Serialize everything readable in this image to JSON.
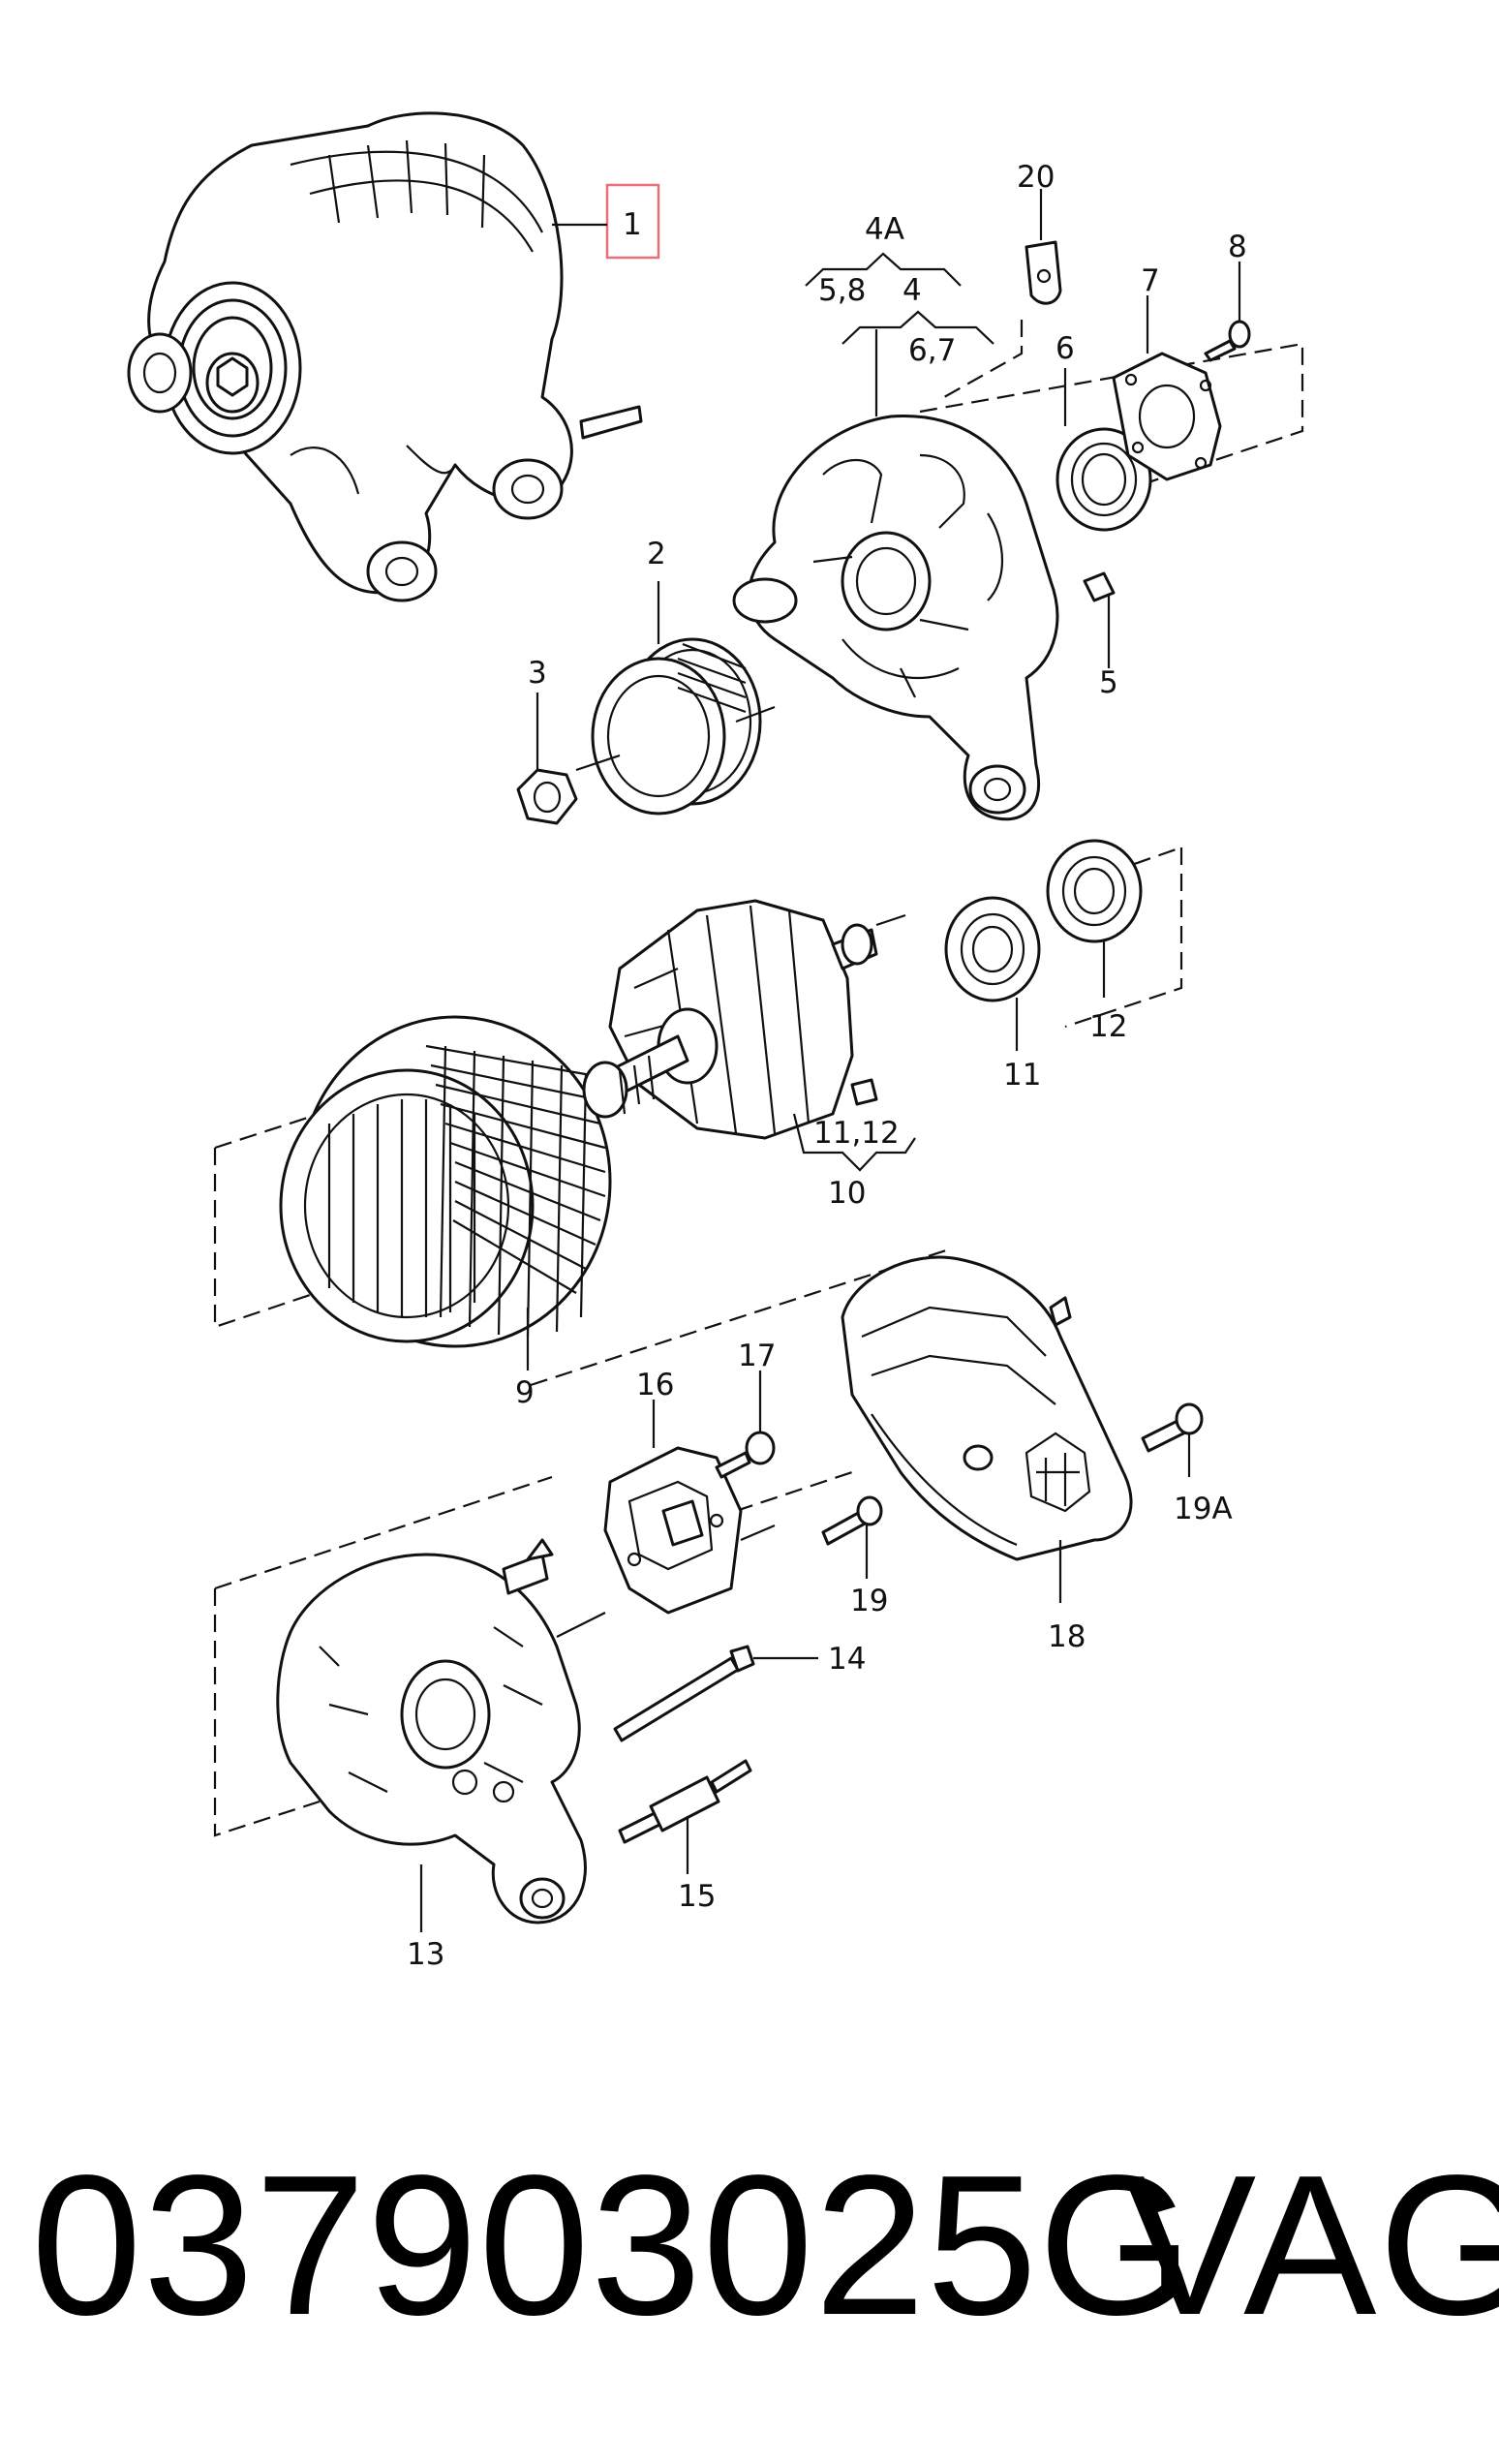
{
  "callouts": {
    "c1": "1",
    "c2": "2",
    "c3": "3",
    "c4": "4",
    "c4a": "4A",
    "c58": "5,8",
    "c67": "6,7",
    "c5": "5",
    "c6": "6",
    "c7": "7",
    "c8": "8",
    "c9": "9",
    "c10": "10",
    "c1112": "11,12",
    "c11": "11",
    "c12": "12",
    "c13": "13",
    "c14": "14",
    "c15": "15",
    "c16": "16",
    "c17": "17",
    "c18": "18",
    "c19": "19",
    "c19a": "19A",
    "c20": "20"
  },
  "colors": {
    "highlight_box": "#e8707a",
    "line": "#111111"
  },
  "footer": {
    "part_number": "037903025G",
    "brand": "VAG"
  }
}
